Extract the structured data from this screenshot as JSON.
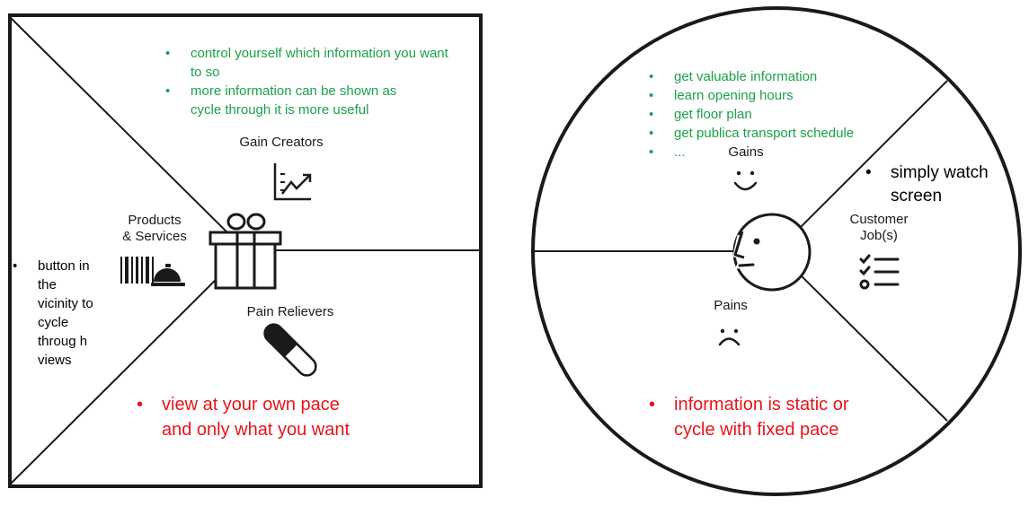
{
  "value_map": {
    "gain_creators_label": "Gain Creators",
    "products_services_label": "Products\n& Services",
    "pain_relievers_label": "Pain Relievers",
    "gain_creator_notes": [
      "control yourself which information you want to so",
      "more information can be shown as cycle through it is more useful"
    ],
    "products_note": "button in the vicinity to cycle throug h views",
    "pain_reliever_note": "view at your own pace and only what you want"
  },
  "customer_profile": {
    "gains_label": "Gains",
    "pains_label": "Pains",
    "customer_jobs_label": "Customer\nJob(s)",
    "gain_notes": [
      "get valuable information",
      "learn opening hours",
      "get floor plan",
      "get publica transport schedule",
      "..."
    ],
    "job_note": "simply watch screen",
    "pain_note": "information is static or cycle with fixed pace"
  },
  "colors": {
    "gain_text": "#1aa14a",
    "pain_text": "#e8141a",
    "stroke": "#1a1a1a"
  },
  "icons": [
    "chart-trend-icon",
    "gift-icon",
    "barcode-icon",
    "service-bell-icon",
    "pill-icon",
    "smile-icon",
    "frown-icon",
    "face-profile-icon",
    "checklist-icon"
  ]
}
